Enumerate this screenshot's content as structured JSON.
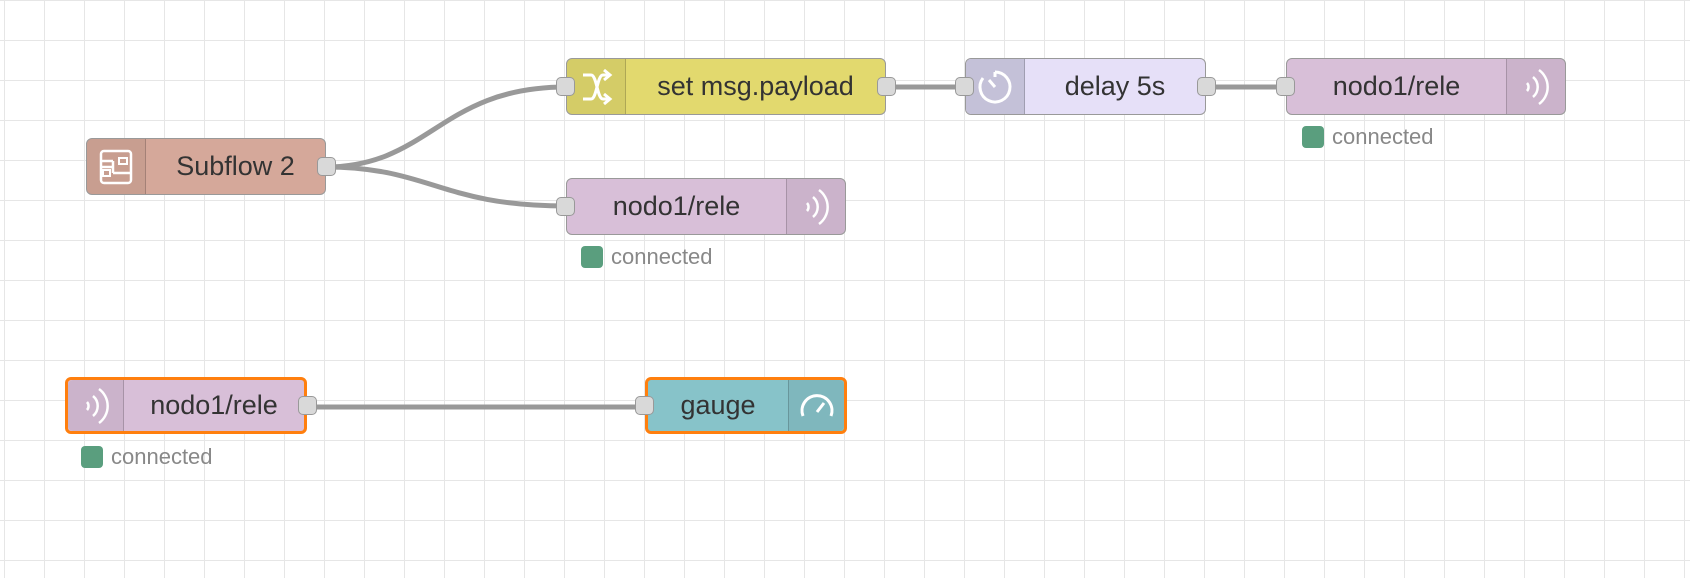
{
  "colors": {
    "subflow": "#d5a89a",
    "change": "#e2d96e",
    "delay": "#e6e0f8",
    "mqtt": "#d8bfd8",
    "gauge": "#87c3c9",
    "wire": "#999999",
    "selected": "#ff7f0e",
    "status_connected": "#5a9e7e"
  },
  "nodes": {
    "subflow": {
      "label": "Subflow 2",
      "icon": "subflow-icon"
    },
    "change": {
      "label": "set msg.payload",
      "icon": "shuffle-icon"
    },
    "delay": {
      "label": "delay 5s",
      "icon": "timer-icon"
    },
    "mqtt_out_top": {
      "label": "nodo1/rele",
      "icon": "wifi-signal-icon",
      "status": "connected"
    },
    "mqtt_out_mid": {
      "label": "nodo1/rele",
      "icon": "wifi-signal-icon",
      "status": "connected"
    },
    "mqtt_in": {
      "label": "nodo1/rele",
      "icon": "wifi-signal-icon",
      "status": "connected",
      "selected": true
    },
    "gauge": {
      "label": "gauge",
      "icon": "gauge-icon",
      "selected": true
    }
  }
}
